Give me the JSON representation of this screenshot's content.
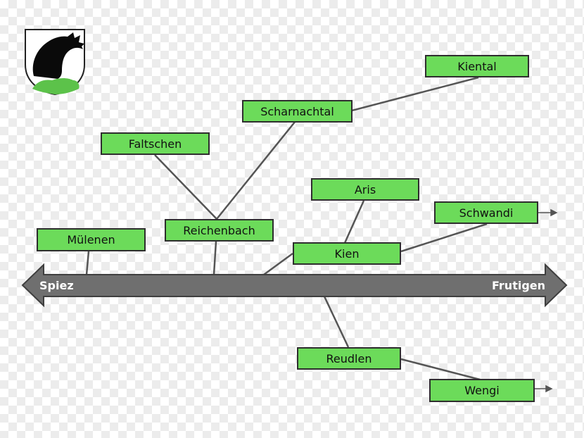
{
  "timeline": {
    "start_label": "Spiez",
    "end_label": "Frutigen",
    "color": "#6f6f6f"
  },
  "nodes": {
    "kiental": "Kiental",
    "scharnachtal": "Scharnachtal",
    "faltschen": "Faltschen",
    "reichenbach": "Reichenbach",
    "muelenen": "Mülenen",
    "aris": "Aris",
    "schwandi": "Schwandi",
    "kien": "Kien",
    "reudlen": "Reudlen",
    "wengi": "Wengi"
  },
  "colors": {
    "node_fill": "#6cdb5a",
    "node_border": "#2e2e2e",
    "connector": "#555555",
    "crest_black": "#0a0a0a",
    "crest_green": "#5cc24a"
  },
  "icons": {
    "crest": "coat-of-arms-icon",
    "continuation": "arrow-right-icon"
  }
}
